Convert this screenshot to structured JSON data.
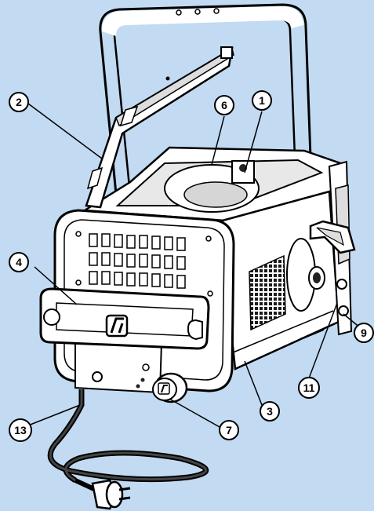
{
  "diagram": {
    "background_color": "#c2daf2",
    "callouts": [
      {
        "id": "c1",
        "label": "1"
      },
      {
        "id": "c2",
        "label": "2"
      },
      {
        "id": "c3",
        "label": "3"
      },
      {
        "id": "c4",
        "label": "4"
      },
      {
        "id": "c6",
        "label": "6"
      },
      {
        "id": "c7",
        "label": "7"
      },
      {
        "id": "c9",
        "label": "9"
      },
      {
        "id": "c11",
        "label": "11"
      },
      {
        "id": "c13",
        "label": "13"
      }
    ]
  }
}
